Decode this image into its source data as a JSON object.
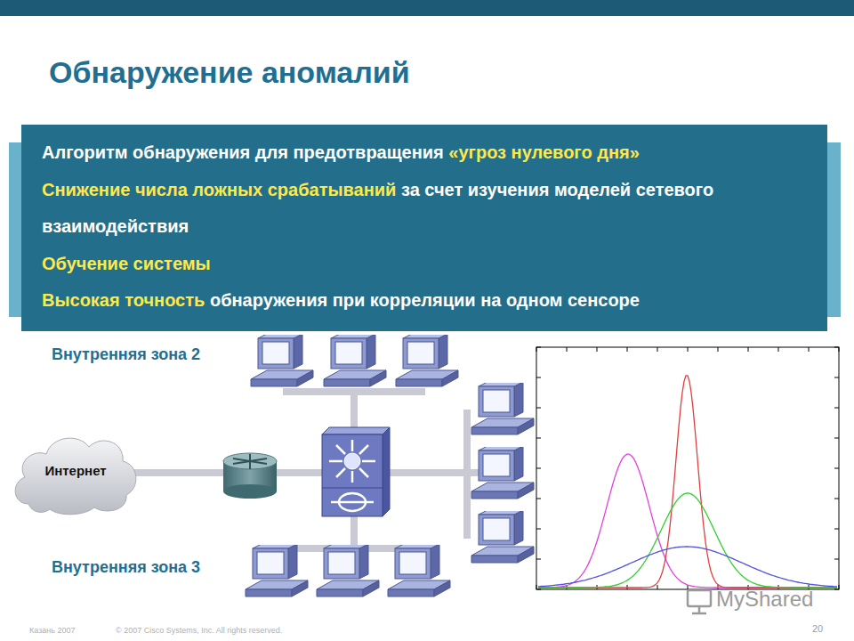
{
  "diagram": {
    "title": "Обнаружение аномалий",
    "nodes": [
      {
        "text": [
          "Алгоритм обнаружения для предотвращения",
          "«угроз нулевого дня»",
          "Снижение числа ложных срабатываний",
          "за счет изучения моделей сетевого взаимодействия",
          "Обучение системы",
          "Высокая точность",
          "обнаружения при корреляции на одном сенсоре"
        ]
      },
      {
        "text": [
          "Интернет"
        ]
      }
    ],
    "labels": [
      "Внутренняя зона 2",
      "Внутренняя зона 3",
      "Казань 2007",
      "© 2007 Cisco Systems, Inc. All rights reserved.",
      "20",
      "MyShared"
    ]
  }
}
